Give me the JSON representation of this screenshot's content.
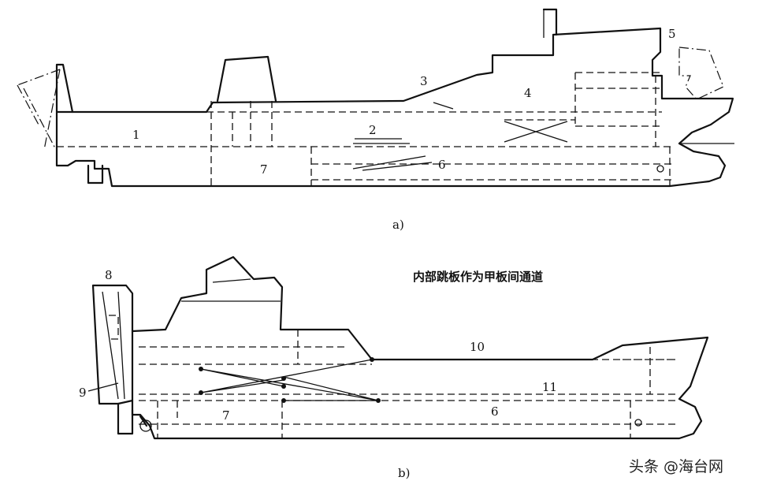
{
  "figure_a": {
    "caption": "a)",
    "labels": [
      "1",
      "2",
      "3",
      "4",
      "5",
      "6",
      "7"
    ]
  },
  "figure_b": {
    "caption": "b)",
    "title": "内部跳板作为甲板间通道",
    "labels": [
      "8",
      "9",
      "10",
      "11",
      "6",
      "7"
    ]
  },
  "watermark": "头条 @海台网"
}
